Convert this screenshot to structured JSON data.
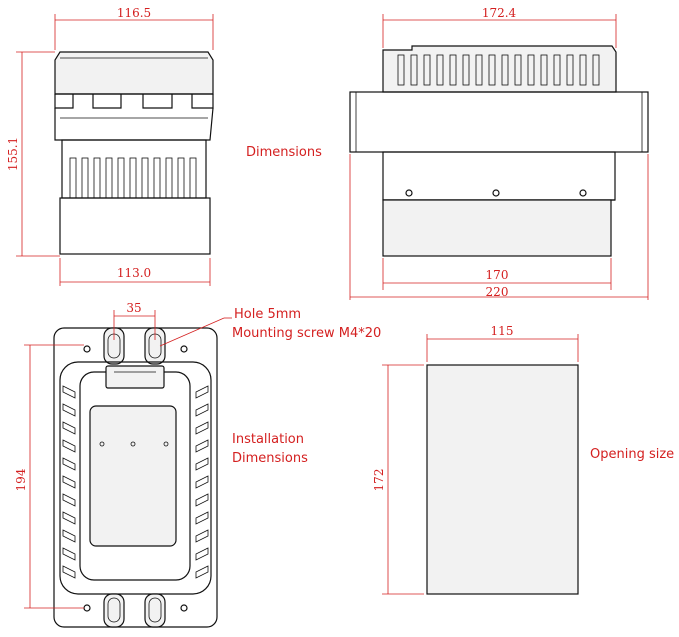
{
  "labels": {
    "dimensions": "Dimensions",
    "hole": "Hole 5mm",
    "mounting": "Mounting screw M4*20",
    "installation_1": "Installation",
    "installation_2": "Dimensions",
    "opening": "Opening size"
  },
  "dims": {
    "front_width_top": "116.5",
    "front_height": "155.1",
    "front_width_bottom": "113.0",
    "side_width_top": "172.4",
    "side_width_inner": "170",
    "side_width_total": "220",
    "hole_spacing": "35",
    "install_height": "194",
    "opening_width": "115",
    "opening_height": "172"
  }
}
